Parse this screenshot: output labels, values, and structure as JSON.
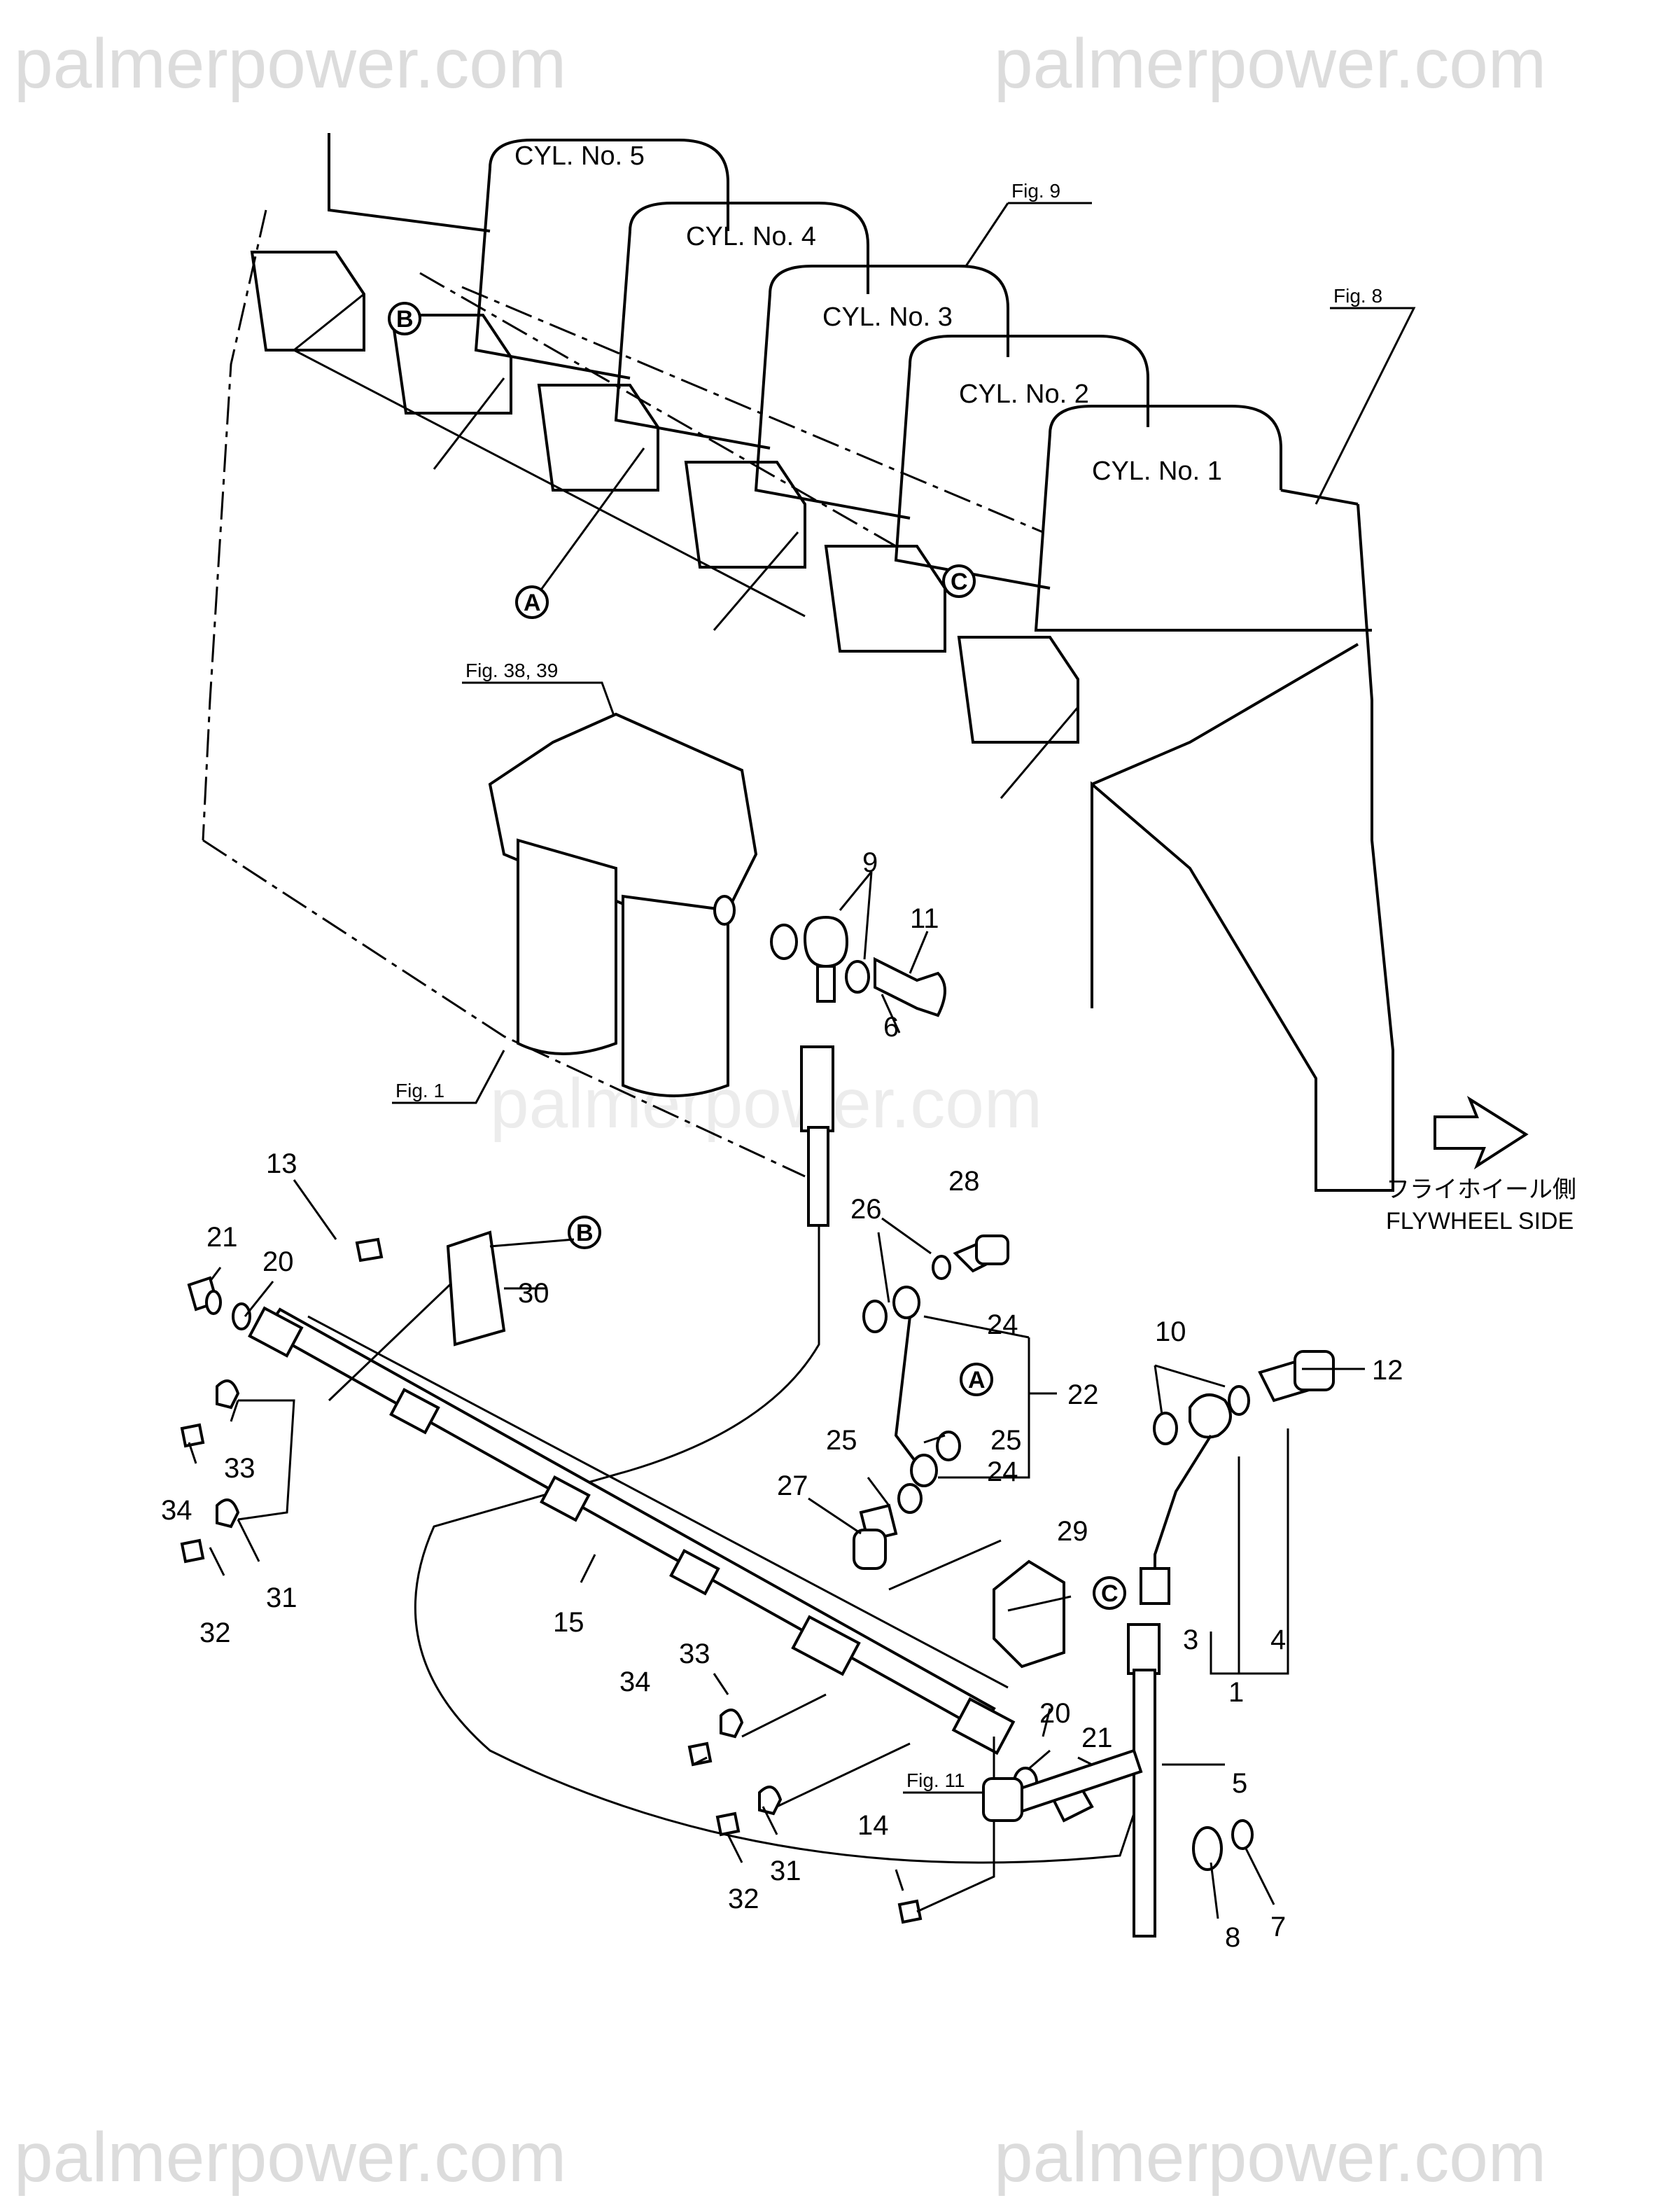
{
  "watermark": "palmerpower.com",
  "cylinders": [
    "CYL. No. 5",
    "CYL. No. 4",
    "CYL. No. 3",
    "CYL. No. 2",
    "CYL. No. 1"
  ],
  "figure_refs": {
    "fig9": "Fig. 9",
    "fig8": "Fig. 8",
    "fig38": "Fig. 38, 39",
    "fig1": "Fig. 1",
    "fig11": "Fig. 11"
  },
  "circle_refs": {
    "a": "A",
    "b": "B",
    "c": "C"
  },
  "flywheel": {
    "jp": "フライホイール側",
    "en": "FLYWHEEL SIDE"
  },
  "part_labels": {
    "p1": "1",
    "p3": "3",
    "p4": "4",
    "p5": "5",
    "p6": "6",
    "p7": "7",
    "p8": "8",
    "p9": "9",
    "p10": "10",
    "p11": "11",
    "p12": "12",
    "p13": "13",
    "p14": "14",
    "p15": "15",
    "p20": "20",
    "p21": "21",
    "p22": "22",
    "p24": "24",
    "p25": "25",
    "p26": "26",
    "p27": "27",
    "p28": "28",
    "p29": "29",
    "p30": "30",
    "p31": "31",
    "p32": "32",
    "p33": "33",
    "p34": "34"
  }
}
